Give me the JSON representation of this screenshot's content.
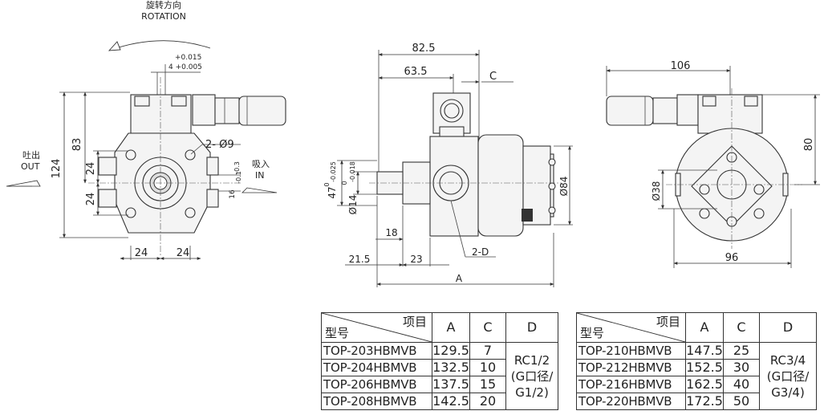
{
  "front_view": {
    "rotation_cn": "旋转方向",
    "rotation_en": "ROTATION",
    "tol_upper": "+0.015",
    "tol_lower": "4 +0.005",
    "out_cn": "吐出",
    "out_en": "OUT",
    "in_cn": "吸入",
    "in_en": "IN",
    "dim_124": "124",
    "dim_83": "83",
    "dim_24_upper": "24",
    "dim_24_lower": "24",
    "dim_24_left": "24",
    "dim_24_right": "24",
    "holes": "2- Ø9",
    "dim_16": "16",
    "dim_16_tol": "-0.1",
    "dim_16_tol2": "-0.3"
  },
  "side_view": {
    "dim_825": "82.5",
    "dim_635": "63.5",
    "dim_c": "C",
    "dim_47": "47",
    "tol_47": "0",
    "tol_47b": "-0.025",
    "dim_14": "Ø14",
    "tol_14": "0",
    "tol_14b": "-0.018",
    "dim_84": "Ø84",
    "dim_18": "18",
    "dim_215": "21.5",
    "dim_23": "23",
    "dim_2d": "2-D",
    "dim_a": "A"
  },
  "rear_view": {
    "dim_106": "106",
    "dim_80": "80",
    "dim_38": "Ø38",
    "dim_96": "96"
  },
  "table_left": {
    "header_item": "项目",
    "header_model": "型号",
    "col_a": "A",
    "col_c": "C",
    "col_d": "D",
    "rows": [
      {
        "model": "TOP-203HBMVB",
        "a": "129.5",
        "c": "7"
      },
      {
        "model": "TOP-204HBMVB",
        "a": "132.5",
        "c": "10"
      },
      {
        "model": "TOP-206HBMVB",
        "a": "137.5",
        "c": "15"
      },
      {
        "model": "TOP-208HBMVB",
        "a": "142.5",
        "c": "20"
      }
    ],
    "d_line1": "RC1/2",
    "d_line2": "(G口径/",
    "d_line3": "G1/2)"
  },
  "table_right": {
    "header_item": "项目",
    "header_model": "型号",
    "col_a": "A",
    "col_c": "C",
    "col_d": "D",
    "rows": [
      {
        "model": "TOP-210HBMVB",
        "a": "147.5",
        "c": "25"
      },
      {
        "model": "TOP-212HBMVB",
        "a": "152.5",
        "c": "30"
      },
      {
        "model": "TOP-216HBMVB",
        "a": "162.5",
        "c": "40"
      },
      {
        "model": "TOP-220HBMVB",
        "a": "172.5",
        "c": "50"
      }
    ],
    "d_line1": "RC3/4",
    "d_line2": "(G口径/",
    "d_line3": "G3/4)"
  }
}
